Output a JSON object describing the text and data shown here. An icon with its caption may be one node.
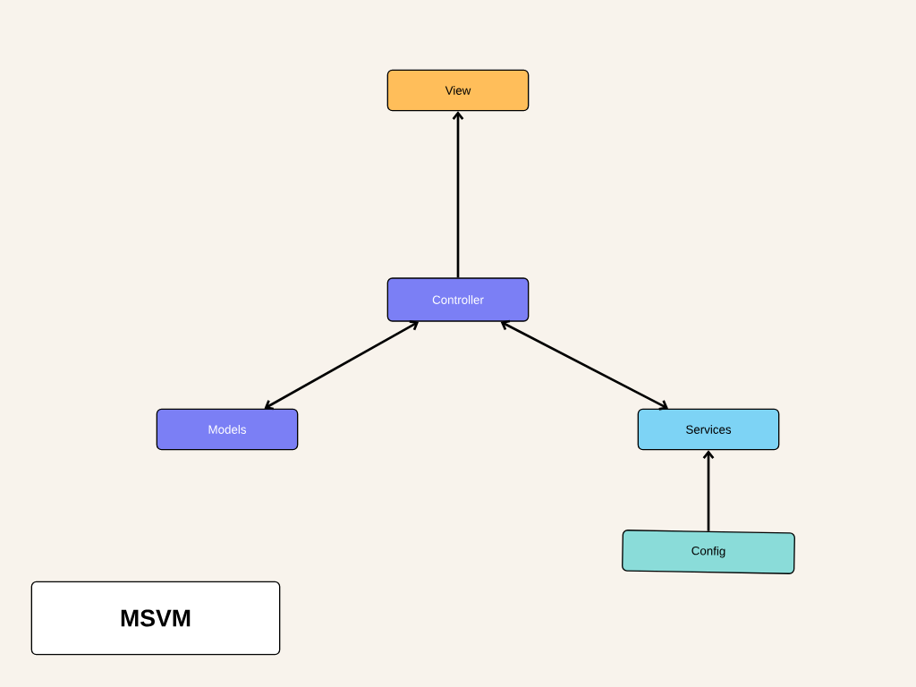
{
  "diagram": {
    "nodes": [
      {
        "text": [
          "View"
        ]
      },
      {
        "text": [
          "Controller"
        ]
      },
      {
        "text": [
          "Models"
        ]
      },
      {
        "text": [
          "Services"
        ]
      },
      {
        "text": [
          "Config"
        ]
      },
      {
        "text": [
          "MSVM"
        ]
      }
    ],
    "edges": [
      {
        "from": 1,
        "to": 0,
        "arrow": "to"
      },
      {
        "from": 1,
        "to": 2,
        "arrow": "both"
      },
      {
        "from": 1,
        "to": 3,
        "arrow": "both"
      },
      {
        "from": 4,
        "to": 3,
        "arrow": "to"
      }
    ]
  }
}
